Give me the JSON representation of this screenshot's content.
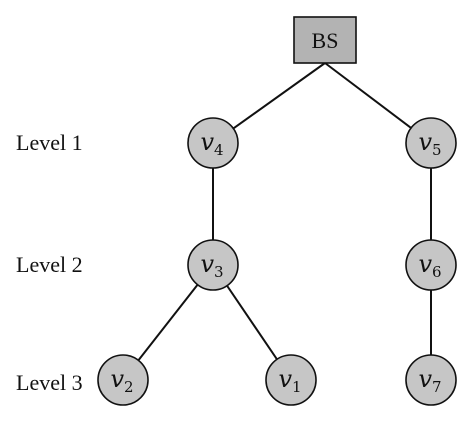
{
  "base_station": {
    "id": "BS",
    "label": "BS"
  },
  "levels": [
    {
      "id": "level-1",
      "label": "Level 1"
    },
    {
      "id": "level-2",
      "label": "Level 2"
    },
    {
      "id": "level-3",
      "label": "Level 3"
    }
  ],
  "nodes": [
    {
      "id": "v4",
      "symbol": "v",
      "sub": "4",
      "level": 1
    },
    {
      "id": "v5",
      "symbol": "v",
      "sub": "5",
      "level": 1
    },
    {
      "id": "v3",
      "symbol": "v",
      "sub": "3",
      "level": 2
    },
    {
      "id": "v6",
      "symbol": "v",
      "sub": "6",
      "level": 2
    },
    {
      "id": "v2",
      "symbol": "v",
      "sub": "2",
      "level": 3
    },
    {
      "id": "v1",
      "symbol": "v",
      "sub": "1",
      "level": 3
    },
    {
      "id": "v7",
      "symbol": "v",
      "sub": "7",
      "level": 3
    }
  ],
  "edges": [
    {
      "from": "BS",
      "to": "v4"
    },
    {
      "from": "BS",
      "to": "v5"
    },
    {
      "from": "v4",
      "to": "v3"
    },
    {
      "from": "v5",
      "to": "v6"
    },
    {
      "from": "v3",
      "to": "v2"
    },
    {
      "from": "v3",
      "to": "v1"
    },
    {
      "from": "v6",
      "to": "v7"
    }
  ],
  "colors": {
    "node_fill": "#c6c6c6",
    "bs_fill": "#b3b3b3",
    "stroke": "#111111"
  }
}
